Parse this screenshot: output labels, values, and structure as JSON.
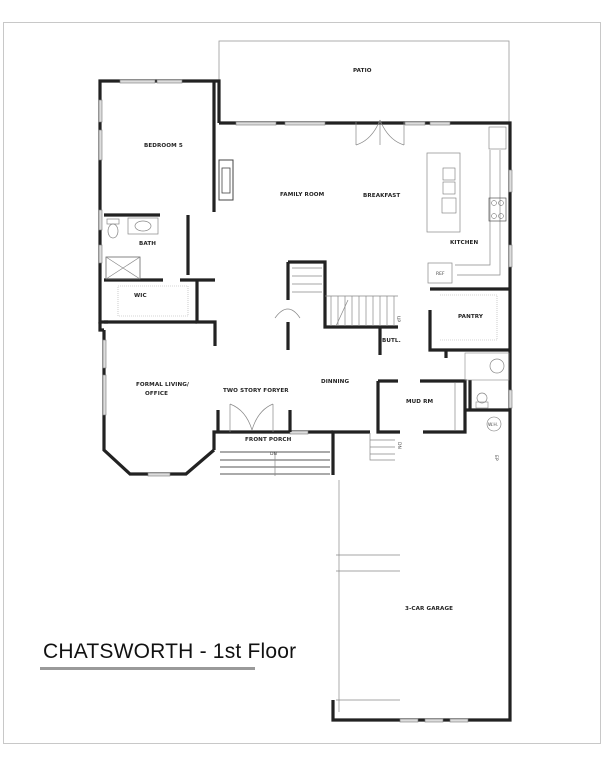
{
  "plan": {
    "title": "CHATSWORTH - 1st Floor",
    "colors": {
      "wall": "#222222",
      "fixture": "#888888",
      "frame": "#c8c8c8",
      "underline": "#9a9a9a"
    },
    "rooms": {
      "patio": "PATIO",
      "bedroom": "BEDROOM 5",
      "bath": "BATH",
      "wic": "WIC",
      "family_room": "FAMILY ROOM",
      "breakfast": "BREAKFAST",
      "kitchen": "KITCHEN",
      "pantry": "PANTRY",
      "butler": "BUTL.",
      "dining": "DINNING",
      "foyer": "TWO STORY FORYER",
      "formal_living_line1": "FORMAL LIVING/",
      "formal_living_line2": "OFFICE",
      "front_porch": "FRONT PORCH",
      "mud_room": "MUD RM",
      "garage": "3-CAR GARAGE"
    },
    "annotations": {
      "stairs_up": "UP",
      "stairs_down_garage": "DN",
      "porch_steps_down": "DN",
      "water_heater": "W.H.",
      "electrical_panel": "EP",
      "refrigerator": "REF"
    }
  }
}
